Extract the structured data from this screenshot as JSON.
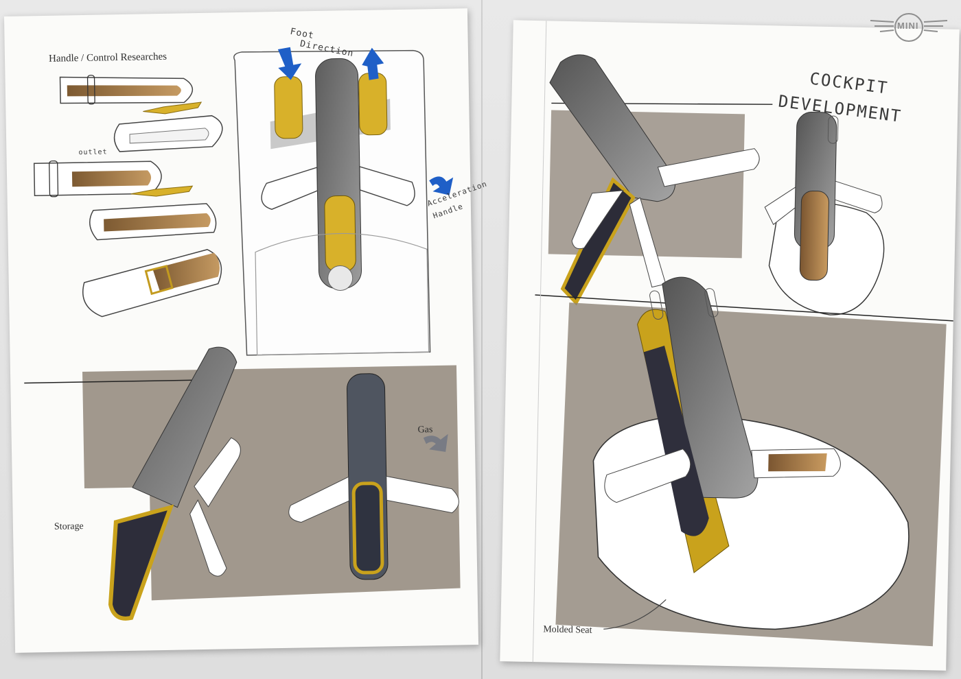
{
  "brand": {
    "name": "MINI",
    "logo_icon": "mini-wings-logo-icon",
    "color": "#8e8e8e"
  },
  "left_page": {
    "title": "Handle / Control Researches",
    "annotation_foot_line1": "Foot",
    "annotation_foot_line2": "Direction",
    "annotation_acceleration_line1": "Acceleration",
    "annotation_acceleration_line2": "Handle",
    "annotation_outlet": "outlet",
    "annotation_storage": "Storage",
    "annotation_gas": "Gas",
    "accent_colors": {
      "yellow": "#d8b12a",
      "blue": "#1f5fc7",
      "wood": "#9a7344",
      "grey": "#6f6f6f"
    }
  },
  "right_page": {
    "title_line1": "COCKPIT",
    "title_line2": "DEVELOPMENT",
    "annotation_seat": "Molded Seat",
    "badge_text": "MINI"
  }
}
